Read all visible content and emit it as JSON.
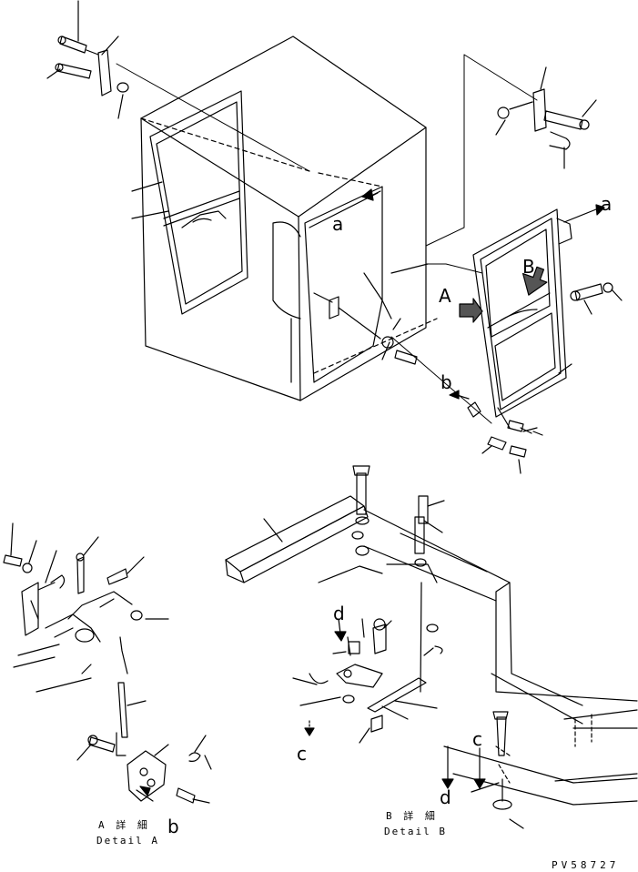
{
  "labels": {
    "a_top": "a",
    "a_right": "a",
    "A_view": "A",
    "B_view": "B",
    "b_door": "b",
    "b_detail": "b",
    "c_left": "c",
    "c_right": "c",
    "d_upper": "d",
    "d_lower": "d",
    "detail_a_jp": "A 詳 細",
    "detail_a_en": "Detail A",
    "detail_b_jp": "B 詳 細",
    "detail_b_en": "Detail B",
    "drawing_code": "PV58727"
  }
}
